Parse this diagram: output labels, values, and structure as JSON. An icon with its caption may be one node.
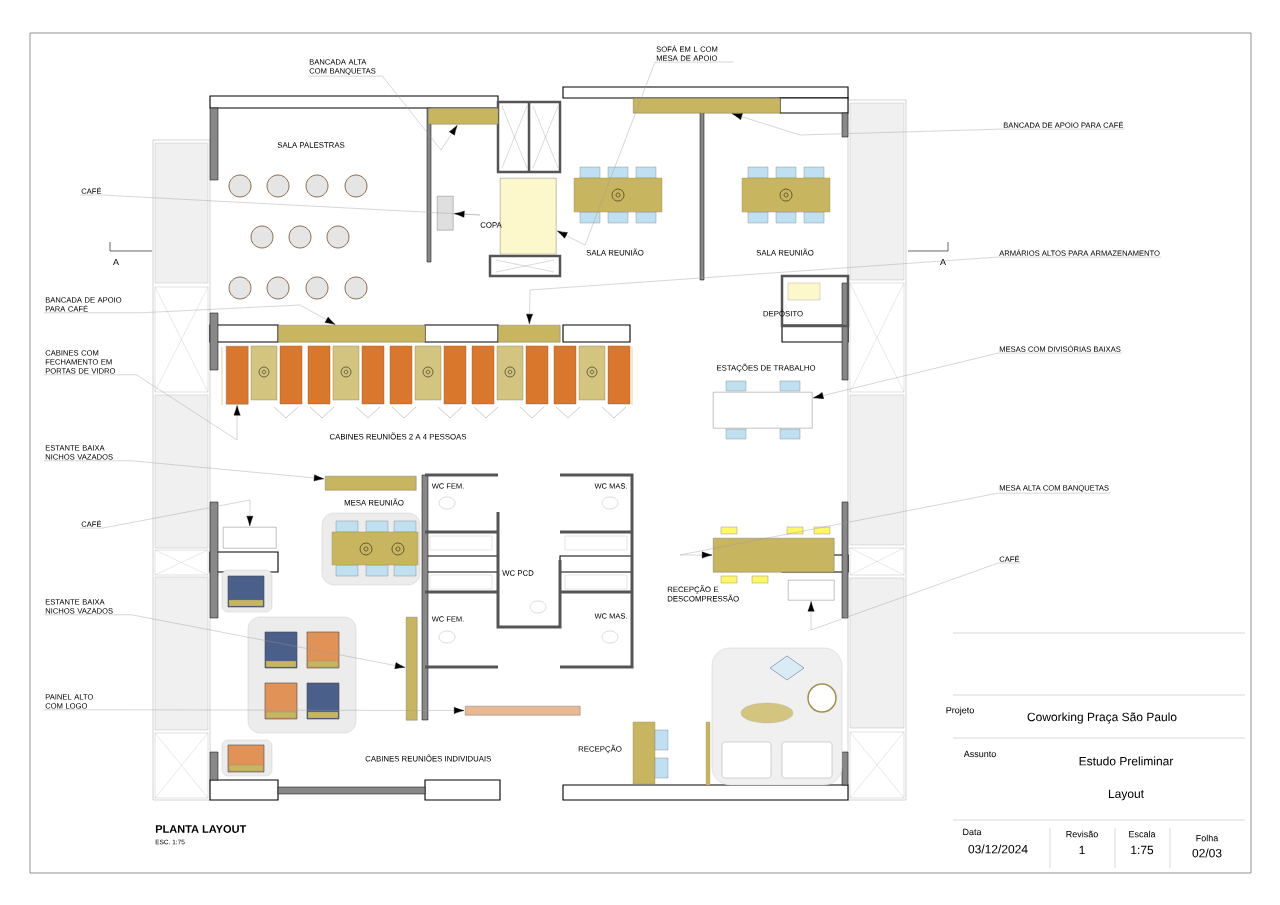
{
  "diagram": {
    "title": "PLANTA LAYOUT",
    "nodes": [
      {
        "text": [
          "BANCADA ALTA COM BANQUETAS"
        ]
      },
      {
        "text": [
          "SOFÁ EM L COM MESA DE APOIO"
        ]
      },
      {
        "text": [
          "BANCADA DE APOIO PARA CAFÉ"
        ]
      },
      {
        "text": [
          "CAFÉ"
        ]
      },
      {
        "text": [
          "ARMÁRIOS ALTOS PARA ARMAZENAMENTO"
        ]
      },
      {
        "text": [
          "BANCADA DE APOIO PARA CAFÉ"
        ]
      },
      {
        "text": [
          "CABINES COM FECHAMENTO EM PORTAS DE VIDRO"
        ]
      },
      {
        "text": [
          "MESAS COM DIVISÓRIAS BAIXAS"
        ]
      },
      {
        "text": [
          "ESTANTE BAIXA NICHOS VAZADOS"
        ]
      },
      {
        "text": [
          "CAFÉ"
        ]
      },
      {
        "text": [
          "MESA ALTA COM BANQUETAS"
        ]
      },
      {
        "text": [
          "CAFÉ"
        ]
      },
      {
        "text": [
          "ESTANTE BAIXA NICHOS VAZADOS"
        ]
      },
      {
        "text": [
          "PAINEL ALTO COM LOGO"
        ]
      },
      {
        "text": [],
        "shape": "box"
      },
      {
        "text": [],
        "shape": "box"
      },
      {
        "text": [],
        "shape": "box"
      },
      {
        "text": [],
        "shape": "box"
      },
      {
        "text": [],
        "shape": "box"
      },
      {
        "text": [],
        "shape": "box"
      },
      {
        "text": [],
        "shape": "box"
      },
      {
        "text": [],
        "shape": "box"
      },
      {
        "text": [],
        "shape": "box"
      },
      {
        "text": [],
        "shape": "box"
      },
      {
        "text": [],
        "shape": "box"
      },
      {
        "text": [],
        "shape": "box"
      },
      {
        "text": [],
        "shape": "box"
      },
      {
        "text": [],
        "shape": "box"
      }
    ],
    "edges": [
      {
        "from": 0,
        "to": 14,
        "arrow": "to"
      },
      {
        "from": 1,
        "to": 15,
        "arrow": "to"
      },
      {
        "from": 2,
        "to": 16,
        "arrow": "to"
      },
      {
        "from": 3,
        "to": 17,
        "arrow": "to"
      },
      {
        "from": 4,
        "to": 18,
        "arrow": "to"
      },
      {
        "from": 5,
        "to": 19,
        "arrow": "to"
      },
      {
        "from": 6,
        "to": 20,
        "arrow": "to"
      },
      {
        "from": 7,
        "to": 21,
        "arrow": "to"
      },
      {
        "from": 8,
        "to": 22,
        "arrow": "to"
      },
      {
        "from": 9,
        "to": 23,
        "arrow": "to"
      },
      {
        "from": 10,
        "to": 24,
        "arrow": "to"
      },
      {
        "from": 11,
        "to": 25,
        "arrow": "to"
      },
      {
        "from": 12,
        "to": 26,
        "arrow": "to"
      },
      {
        "from": 13,
        "to": 27,
        "arrow": "to"
      }
    ],
    "labels": [
      "SALA PALESTRAS",
      "COPA",
      "SALA REUNIÃO",
      "SALA REUNIÃO",
      "A",
      "A",
      "DEPÓSITO",
      "ESTAÇÕES DE TRABALHO",
      "CABINES REUNIÕES 2 A 4 PESSOAS",
      "WC FEM.",
      "WC MAS.",
      "MESA REUNIÃO",
      "WC PCD",
      "RECEPÇÃO E DESCOMPRESSÃO",
      "WC FEM.",
      "WC MAS.",
      "Projeto",
      "Coworking Praça São Paulo",
      "Assunto",
      "Estudo Preliminar",
      "Layout",
      "RECEPÇÃO",
      "CABINES REUNIÕES INDIVIDUAIS",
      "ESC. 1:75",
      "Data",
      "03/12/2024",
      "Revisão",
      "1",
      "Escala",
      "1:75",
      "Folha",
      "02/03"
    ]
  }
}
